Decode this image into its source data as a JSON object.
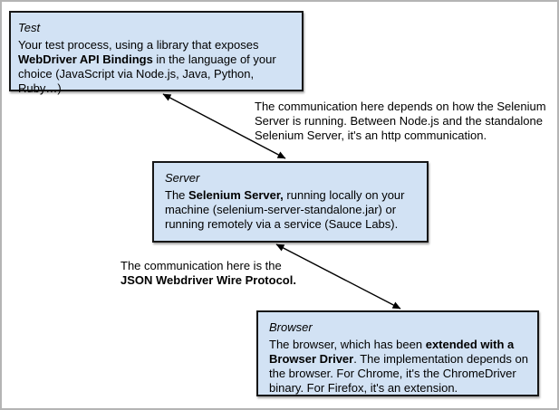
{
  "colors": {
    "background": "#ffffff",
    "frame_border": "#b4b4b4",
    "box_fill": "#d2e2f4",
    "box_border": "#161616",
    "arrow_color": "#000000",
    "text_color": "#000000"
  },
  "boxes": [
    {
      "id": "test",
      "title": "Test",
      "seg_pre": "Your test process, using a library that exposes ",
      "seg_bold": "WebDriver API Bindings",
      "seg_post": " in the language of your choice (JavaScript via Node.js, Java, Python, Ruby…)"
    },
    {
      "id": "server",
      "title": "Server",
      "seg_pre": "The ",
      "seg_bold": "Selenium Server,",
      "seg_post": " running locally on your machine (selenium-server-standalone.jar) or running remotely via a service (Sauce Labs)."
    },
    {
      "id": "browser",
      "title": "Browser",
      "seg_pre": "The browser, which has been ",
      "seg_bold": "extended with a Browser Driver",
      "seg_post": ". The implementation depends on the browser. For Chrome, it's the ChromeDriver binary. For Firefox, it's an extension."
    }
  ],
  "annotations": [
    {
      "id": "test-server",
      "lines": [
        "The communication here depends on how the Selenium",
        "Server is running. Between Node.js and the standalone",
        "Selenium Server, it's an http communication."
      ]
    },
    {
      "id": "server-browser",
      "line_normal": "The communication here is the",
      "line_bold": "JSON Webdriver Wire Protocol."
    }
  ]
}
